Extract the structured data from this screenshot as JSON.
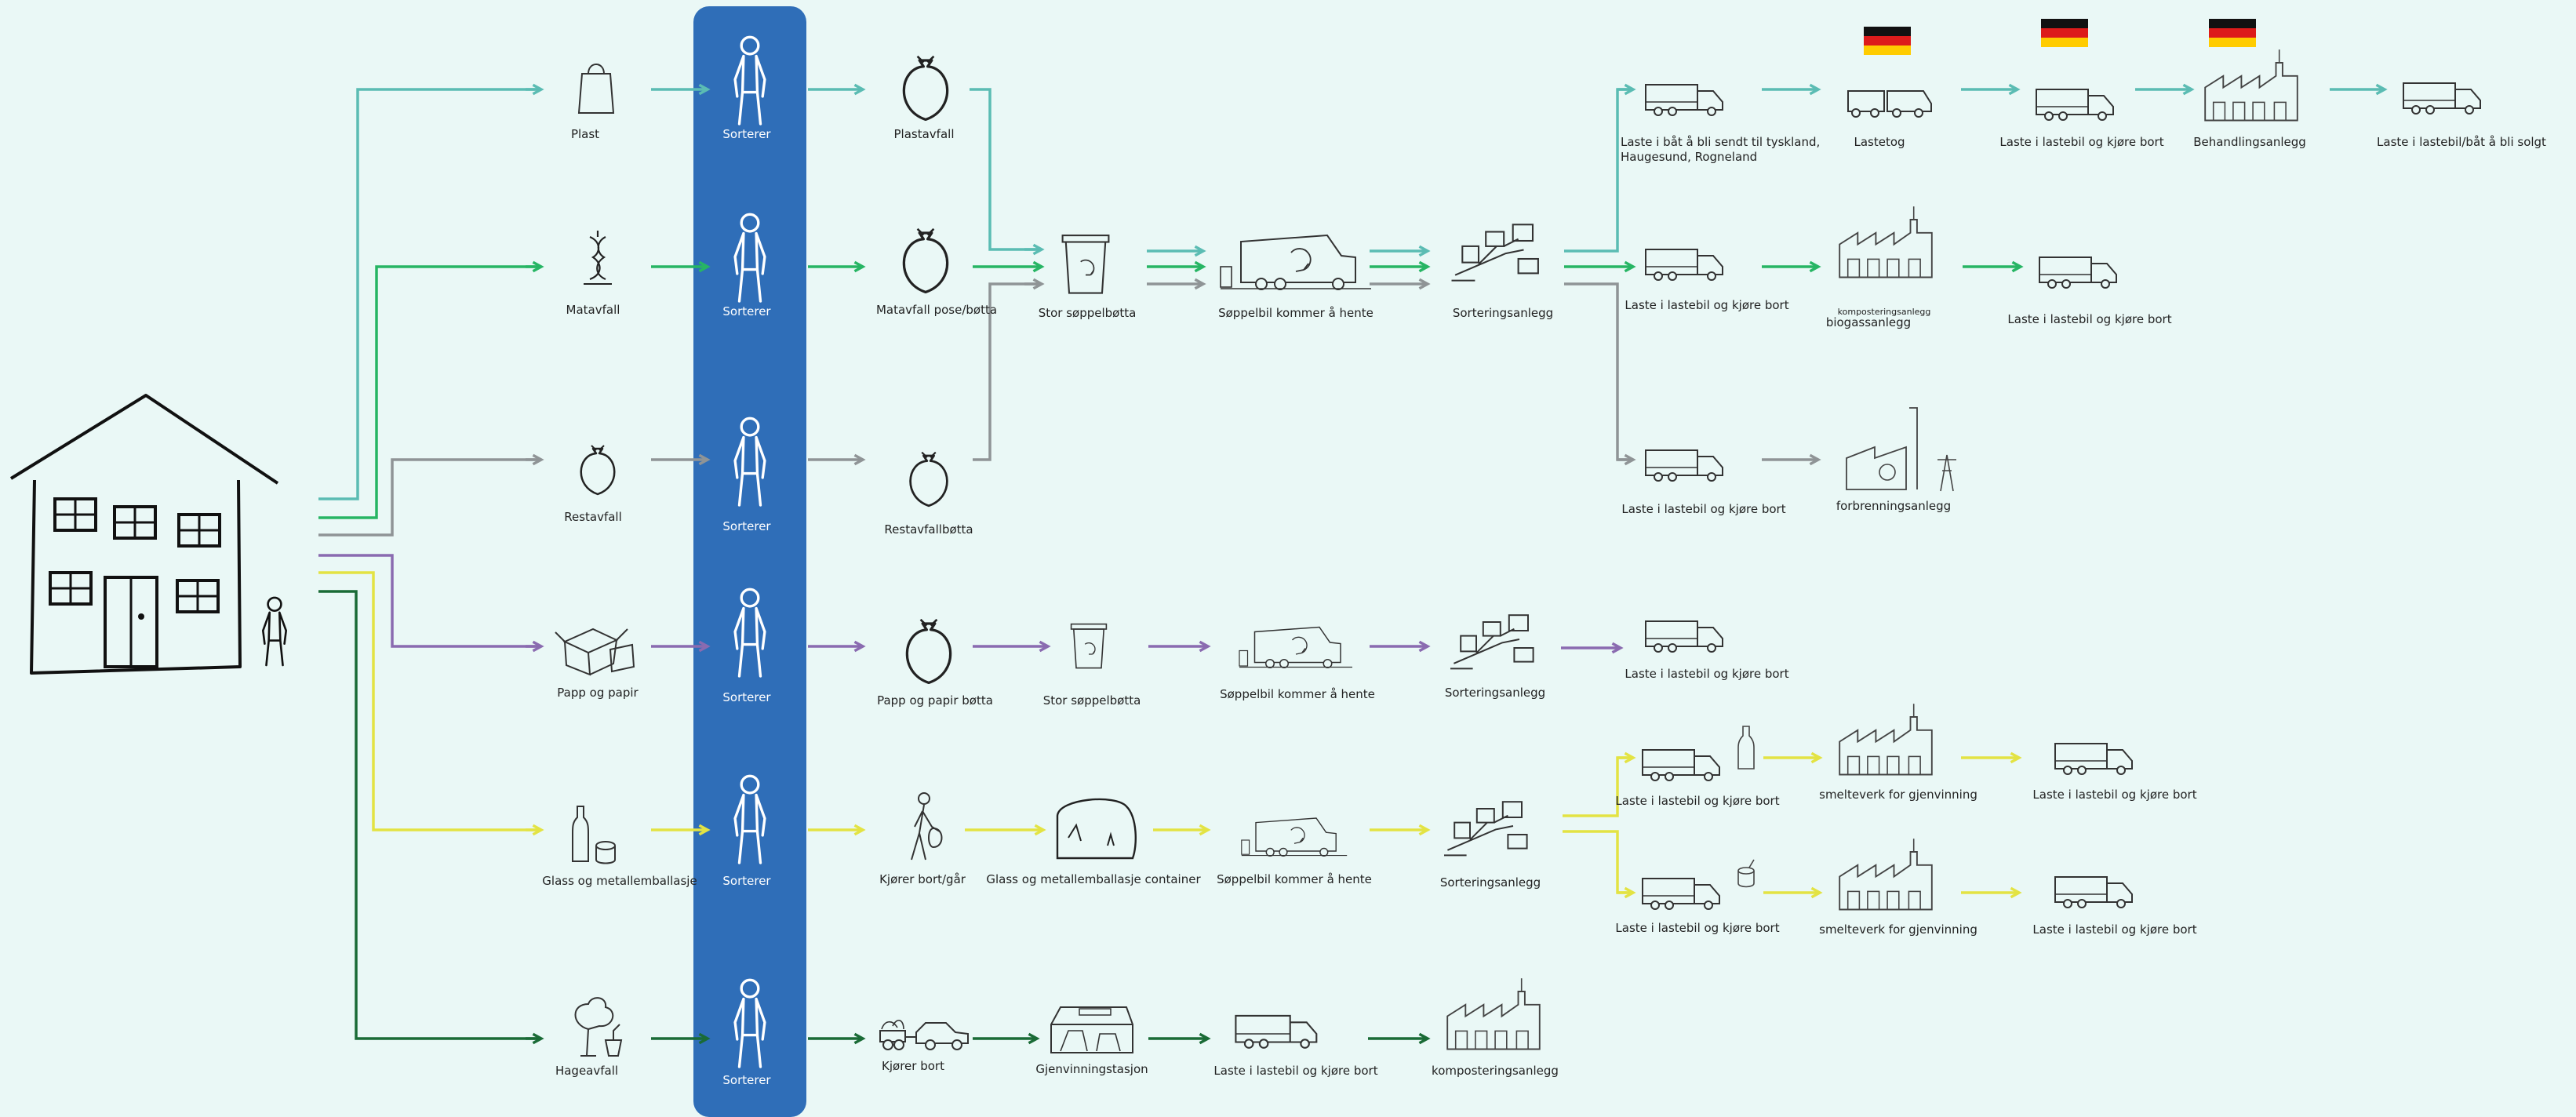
{
  "colors": {
    "plast": "#5bbcb3",
    "matavfall": "#27b564",
    "restavfall": "#8f9496",
    "papir": "#8a6bb0",
    "glass": "#e3e343",
    "hage": "#1a6b36",
    "band": "#2f6eb8",
    "background": "#eaf8f6"
  },
  "source": {
    "icons": [
      "house-icon",
      "person-icon"
    ]
  },
  "sorter_label": "Sorterer",
  "rows": {
    "plast": {
      "item": "Plast",
      "bag": "Plastavfall",
      "chain": [
        "Laste i båt å bli sendt til tyskland,",
        "Haugesund, Rogneland",
        "Lastetog",
        "Laste i lastebil og kjøre bort",
        "Behandlingsanlegg",
        "Laste i lastebil/båt å bli solgt"
      ]
    },
    "mat": {
      "item": "Matavfall",
      "bag": "Matavfall pose/bøtta",
      "chain": [
        "Laste i lastebil og kjøre bort",
        "komposteringsanlegg",
        "biogassanlegg",
        "Laste i lastebil og kjøre bort"
      ]
    },
    "rest": {
      "item": "Restavfall",
      "bag": "Restavfallbøtta",
      "chain": [
        "Laste i lastebil og kjøre bort",
        "forbrenningsanlegg"
      ]
    },
    "shared": {
      "bin": "Stor søppelbøtta",
      "truck": "Søppelbil kommer å hente",
      "sorting": "Sorteringsanlegg"
    },
    "papir": {
      "item": "Papp og papir",
      "bag": "Papp og papir bøtta",
      "bin": "Stor søppelbøtta",
      "truck": "Søppelbil kommer å hente",
      "sorting": "Sorteringsanlegg",
      "chain": [
        "Laste i lastebil og kjøre bort"
      ]
    },
    "glass": {
      "item": "Glass  og metallemballasje",
      "walk": "Kjører bort/går",
      "container": "Glass og metallemballasje container",
      "truck": "Søppelbil kommer å hente",
      "sorting": "Sorteringsanlegg",
      "chain_a": [
        "Laste i lastebil og kjøre bort",
        "smelteverk for gjenvinning",
        "Laste i lastebil og kjøre bort"
      ],
      "chain_b": [
        "Laste i lastebil og kjøre bort",
        "smelteverk for gjenvinning",
        "Laste i lastebil og kjøre bort"
      ]
    },
    "hage": {
      "item": "Hageavfall",
      "drive": "Kjører bort",
      "station": "Gjenvinningstasjon",
      "truck": "Laste i lastebil og kjøre bort",
      "plant": "komposteringsanlegg"
    }
  }
}
